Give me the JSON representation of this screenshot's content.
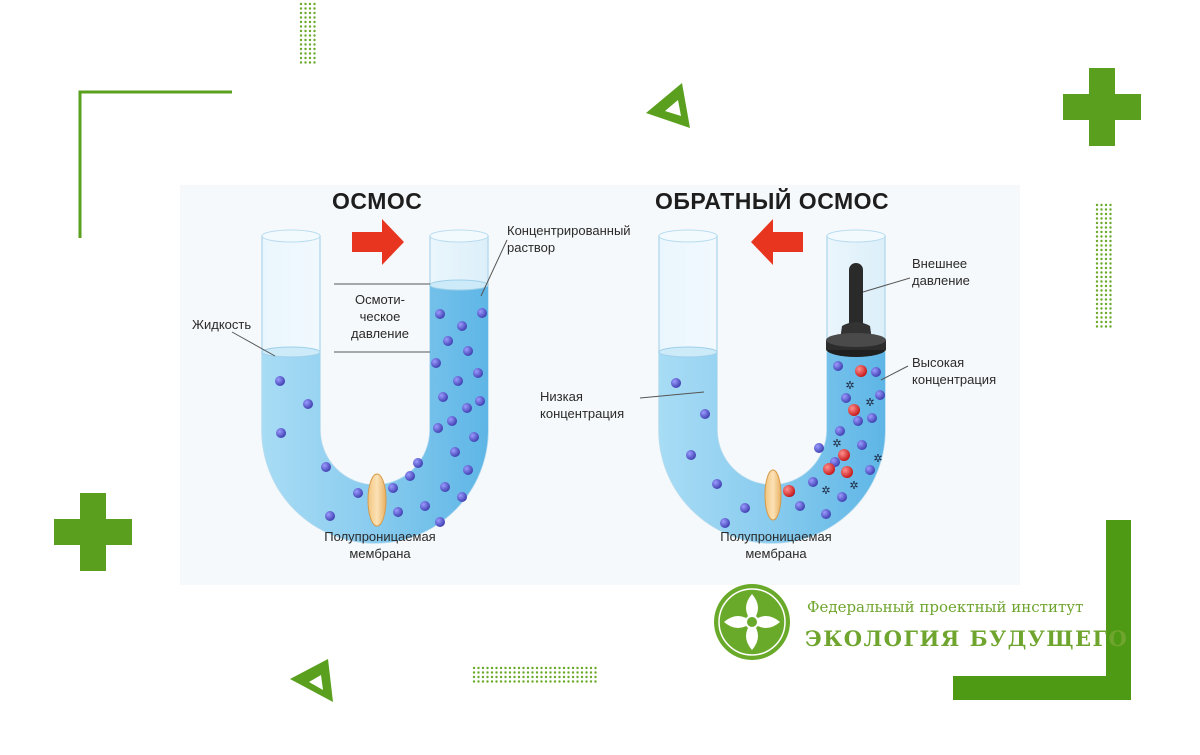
{
  "osmosis": {
    "title": "ОСМОС",
    "label_liquid": "Жидкость",
    "label_concentrated": [
      "Концентрированный",
      "раствор"
    ],
    "label_osmotic_pressure": [
      "Осмоти-",
      "ческое",
      "давление"
    ],
    "label_membrane": [
      "Полупроницаемая",
      "мембрана"
    ]
  },
  "reverse_osmosis": {
    "title": "ОБРАТНЫЙ ОСМОС",
    "label_external_pressure": [
      "Внешнее",
      "давление"
    ],
    "label_high_concentration": [
      "Высокая",
      "концентрация"
    ],
    "label_low_concentration": [
      "Низкая",
      "концентрация"
    ],
    "label_membrane": [
      "Полупроницаемая",
      "мембрана"
    ]
  },
  "brand": {
    "subtitle": "Федеральный проектный институт",
    "name": "ЭКОЛОГИЯ БУДУЩЕГО",
    "logo_icon": "flower-emblem-icon"
  },
  "colors": {
    "accent_green": "#5aa01e",
    "arrow_red": "#e8351f",
    "water": "#8ccdef",
    "particle": "#4f4fc0",
    "solute_red": "#d81e1e"
  }
}
